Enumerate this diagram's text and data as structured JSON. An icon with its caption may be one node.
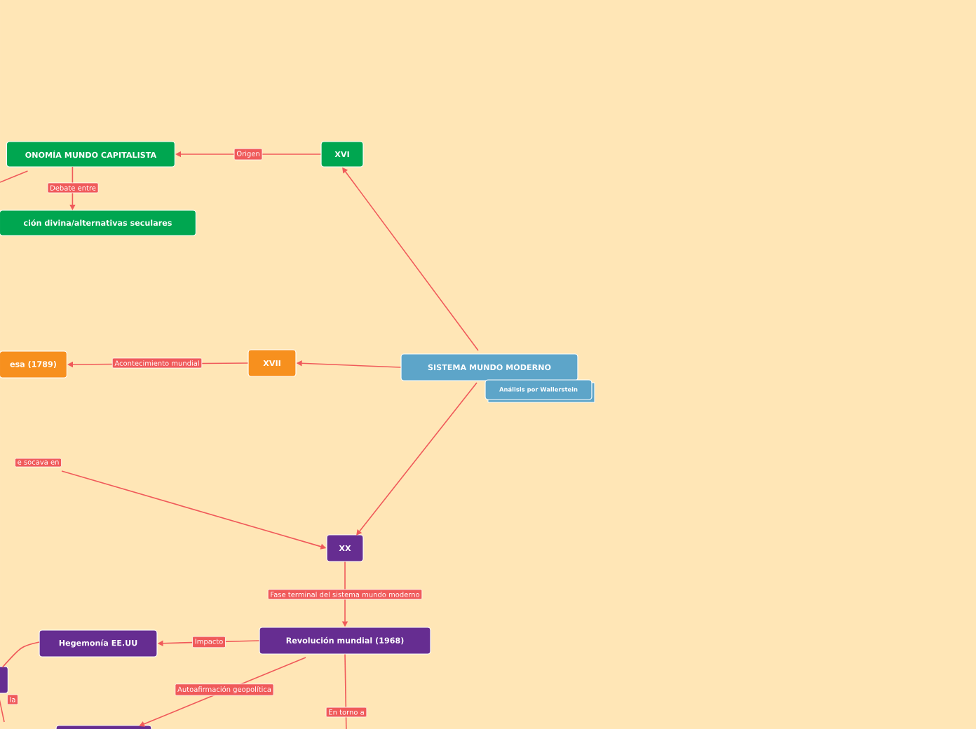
{
  "diagram": {
    "nodes": [
      {
        "text": [
          "SISTEMA MUNDO MODERNO"
        ]
      },
      {
        "text": [
          "Análisis por Wallerstein"
        ]
      },
      {
        "text": [
          "XVI"
        ]
      },
      {
        "text": [
          "ONOMÍA MUNDO CAPITALISTA"
        ]
      },
      {
        "text": [
          "ción divina/alternativas seculares"
        ]
      },
      {
        "text": [
          "XVII"
        ]
      },
      {
        "text": [
          "esa (1789)"
        ]
      },
      {
        "text": [
          "XX"
        ]
      },
      {
        "text": [
          "Revolución mundial (1968)"
        ]
      },
      {
        "text": [
          "Hegemonía EE.UU"
        ]
      },
      {
        "text": [],
        "shape": "box"
      },
      {
        "text": [],
        "shape": "box"
      }
    ],
    "edges": [
      {
        "from": 0,
        "to": 2,
        "arrow": "to"
      },
      {
        "from": 2,
        "to": 3,
        "arrow": "to",
        "label": "Origen"
      },
      {
        "from": 3,
        "to": 4,
        "arrow": "to",
        "label": "Debate entre"
      },
      {
        "from": 3,
        "to": null,
        "arrow": "none"
      },
      {
        "from": 0,
        "to": 5,
        "arrow": "to"
      },
      {
        "from": 5,
        "to": 6,
        "arrow": "to",
        "label": "Acontecimiento mundial"
      },
      {
        "from": 0,
        "to": 7,
        "arrow": "to"
      },
      {
        "from": null,
        "to": 7,
        "arrow": "to",
        "label": "e socava en"
      },
      {
        "from": 7,
        "to": 8,
        "arrow": "to",
        "label": "Fase terminal del sistema mundo moderno"
      },
      {
        "from": 8,
        "to": 9,
        "arrow": "to",
        "label": "Impacto"
      },
      {
        "from": 8,
        "to": 11,
        "arrow": "to",
        "label": "Autoafirmación geopolítica"
      },
      {
        "from": 8,
        "to": null,
        "arrow": "none",
        "label": "En torno a"
      },
      {
        "from": 9,
        "to": 10,
        "arrow": "none"
      },
      {
        "from": 10,
        "to": null,
        "arrow": "none",
        "label": "la"
      }
    ]
  }
}
